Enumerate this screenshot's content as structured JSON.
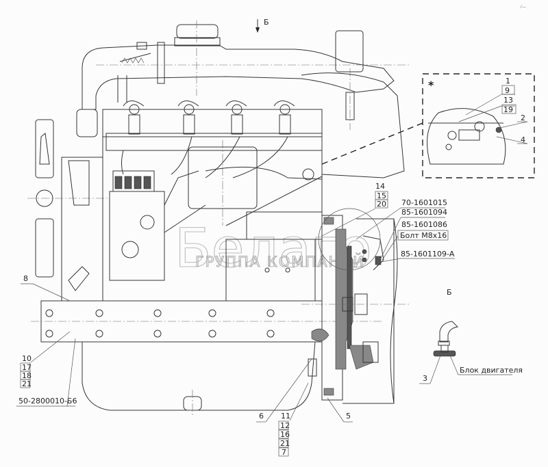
{
  "drawing": {
    "title": "Engine assembly with clutch — exploded callout drawing",
    "view_arrow_label": "Б",
    "view_label": "Б",
    "detail_marker": "*",
    "corner_mark": "⁄—"
  },
  "watermark": {
    "logo_text": "Белаго",
    "caption": "ГРУППА КОМПАНИЙ"
  },
  "callouts": {
    "detail_stack": [
      "1",
      "9",
      "13",
      "19"
    ],
    "detail_2": "2",
    "detail_4": "4",
    "right_stack": [
      "14",
      "15",
      "20"
    ],
    "part_numbers": [
      "70-1601015",
      "85-1601094",
      "85-1601086"
    ],
    "bolt_label": "Болт М8х16",
    "part_last": "85-1601109-А",
    "left_8": "8",
    "left_stack": [
      "10",
      "17",
      "18",
      "21"
    ],
    "left_part": "50-2800010-Б6",
    "bottom_6": "6",
    "bottom_stack": [
      "11",
      "12",
      "16",
      "21",
      "7"
    ],
    "bottom_5": "5",
    "view_b_3": "3",
    "engine_block_label": "Блок двигателя"
  }
}
